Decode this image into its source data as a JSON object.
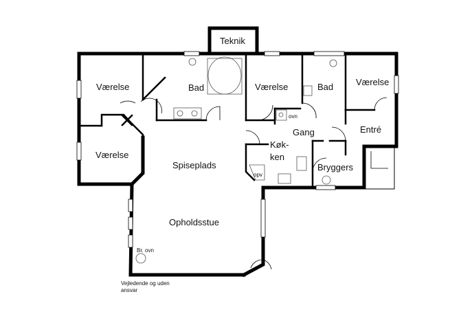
{
  "rooms": {
    "teknik": "Teknik",
    "vaerelse_nw": "Værelse",
    "bad_1": "Bad",
    "vaerelse_mid": "Værelse",
    "bad_2": "Bad",
    "vaerelse_ne": "Værelse",
    "vaerelse_w": "Værelse",
    "entre": "Entré",
    "gang": "Gang",
    "koekken_1": "Køk-",
    "koekken_2": "ken",
    "bryggers": "Bryggers",
    "spiseplads": "Spiseplads",
    "opholdsstue": "Opholdsstue"
  },
  "fixtures": {
    "ovn": "ovn",
    "opv": "opv",
    "br_ovn": "Br. ovn"
  },
  "disclaimer": {
    "line1": "Vejledende og uden",
    "line2": "ansvar"
  }
}
